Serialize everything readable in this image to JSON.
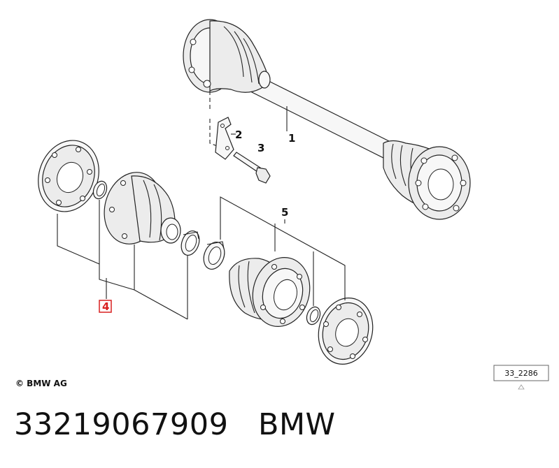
{
  "diagram": {
    "callouts": [
      {
        "id": "1",
        "label": "1"
      },
      {
        "id": "2",
        "label": "2"
      },
      {
        "id": "3",
        "label": "3"
      },
      {
        "id": "4",
        "label": "4",
        "highlight_color": "#d92020"
      },
      {
        "id": "5",
        "label": "5"
      }
    ],
    "copyright": "© BMW AG",
    "reference_code": "33_2286"
  },
  "footer": {
    "part_number": "33219067909",
    "brand": "BMW"
  }
}
